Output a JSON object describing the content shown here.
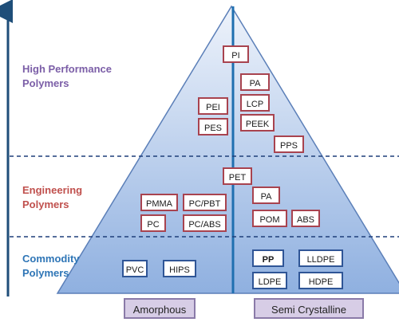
{
  "colors": {
    "tier_high": "#7b5ea7",
    "tier_engineering": "#c0504d",
    "tier_commodity": "#2e75b6",
    "box_border_red": "#a8434f",
    "box_border_blue": "#2f5596",
    "pyramid_top": "#eef3fb",
    "pyramid_bottom": "#8fb0e0"
  },
  "tiers": {
    "high": "High Performance\nPolymers",
    "engineering": "Engineering\nPolymers",
    "commodity": "Commodity\nPolymers"
  },
  "base": {
    "amorphous": "Amorphous",
    "semi_crystalline": "Semi Crystalline"
  },
  "polymers": {
    "pi": "PI",
    "pa_high": "PA",
    "pei": "PEI",
    "lcp": "LCP",
    "pes": "PES",
    "peek": "PEEK",
    "pps": "PPS",
    "pet": "PET",
    "pa_eng": "PA",
    "pmma": "PMMA",
    "pc_pbt": "PC/PBT",
    "pc": "PC",
    "pc_abs": "PC/ABS",
    "pom": "POM",
    "abs": "ABS",
    "pvc": "PVC",
    "hips": "HIPS",
    "pp": "PP",
    "lldpe": "LLDPE",
    "ldpe": "LDPE",
    "hdpe": "HDPE"
  }
}
